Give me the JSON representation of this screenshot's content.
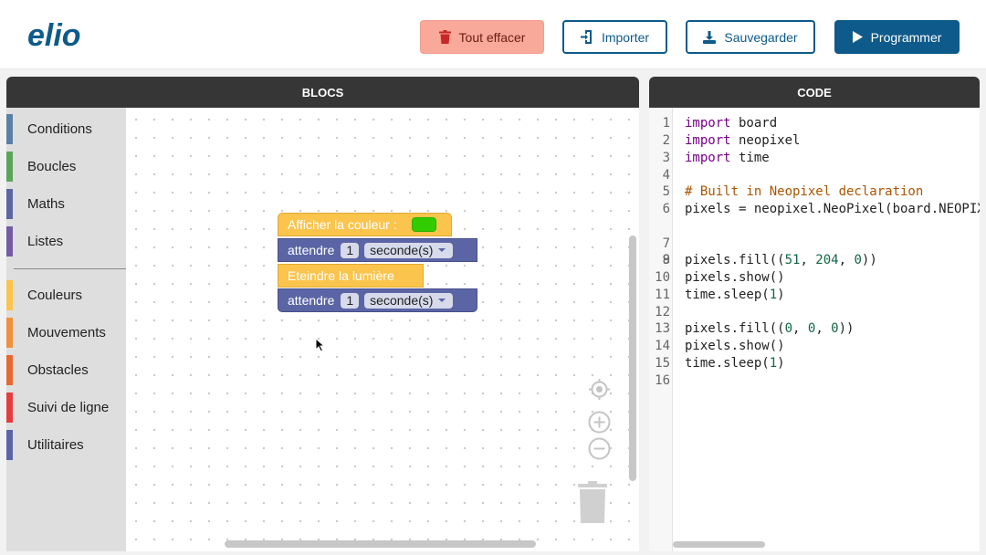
{
  "app": {
    "logo_text": "elio"
  },
  "toolbar": {
    "clear_label": "Tout effacer",
    "import_label": "Importer",
    "save_label": "Sauvegarder",
    "program_label": "Programmer"
  },
  "panels": {
    "blocks_title": "BLOCS",
    "code_title": "CODE"
  },
  "toolbox": {
    "categories": [
      {
        "label": "Conditions",
        "color": "#5b80a5"
      },
      {
        "label": "Boucles",
        "color": "#5ba55b"
      },
      {
        "label": "Maths",
        "color": "#5b67a5"
      },
      {
        "label": "Listes",
        "color": "#745ba5"
      },
      {
        "label": "Couleurs",
        "color": "#fbc44d"
      },
      {
        "label": "Mouvements",
        "color": "#f0913c"
      },
      {
        "label": "Obstacles",
        "color": "#e8692f"
      },
      {
        "label": "Suivi de ligne",
        "color": "#e53d3d"
      },
      {
        "label": "Utilitaires",
        "color": "#5b65a6"
      }
    ]
  },
  "workspace": {
    "blocks": [
      {
        "text": "Afficher la couleur :",
        "color_value": "#33cc00"
      },
      {
        "text": "attendre",
        "number": "1",
        "unit": "seconde(s)"
      },
      {
        "text": "Eteindre la lumière"
      },
      {
        "text": "attendre",
        "number": "1",
        "unit": "seconde(s)"
      }
    ]
  },
  "code": {
    "line_numbers": [
      "1",
      "2",
      "3",
      "4",
      "5",
      "6",
      "7",
      "8",
      "9",
      "10",
      "11",
      "12",
      "13",
      "14",
      "15",
      "16"
    ],
    "lines": {
      "l1_kw": "import",
      "l1_rest": " board",
      "l2_kw": "import",
      "l2_rest": " neopixel",
      "l3_kw": "import",
      "l3_rest": " time",
      "l5_comment": "# Built in Neopixel declaration",
      "l6": "pixels = neopixel.NeoPixel(board.NEOPIXEL",
      "l9_a": "pixels.fill((",
      "l9_n1": "51",
      "l9_s1": ", ",
      "l9_n2": "204",
      "l9_s2": ", ",
      "l9_n3": "0",
      "l9_end": "))",
      "l10": "pixels.show()",
      "l11_a": "time.sleep(",
      "l11_n": "1",
      "l11_end": ")",
      "l13_a": "pixels.fill((",
      "l13_n1": "0",
      "l13_s1": ", ",
      "l13_n2": "0",
      "l13_s2": ", ",
      "l13_n3": "0",
      "l13_end": "))",
      "l14": "pixels.show()",
      "l15_a": "time.sleep(",
      "l15_n": "1",
      "l15_end": ")"
    }
  }
}
